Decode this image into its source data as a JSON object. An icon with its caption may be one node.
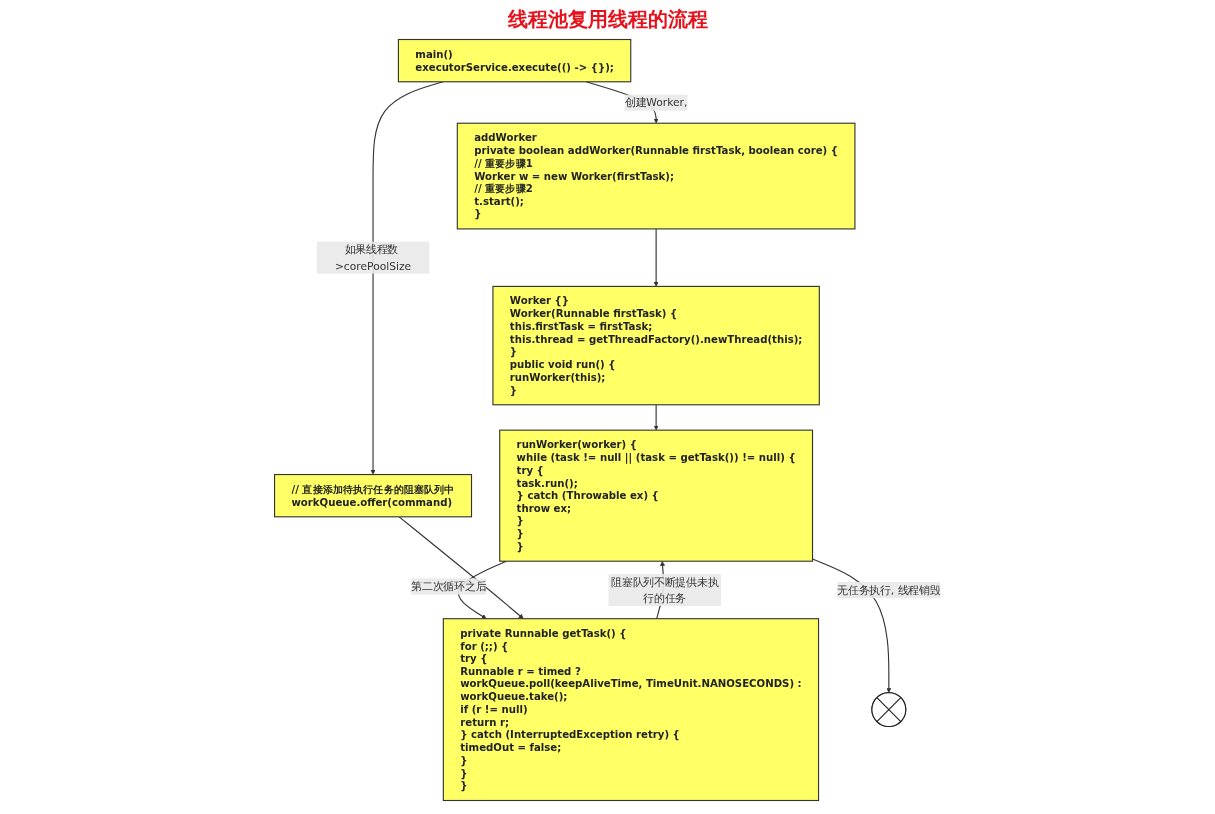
{
  "diagram": {
    "title": "线程池复用线程的流程",
    "nodes": [
      {
        "text": [
          "main()",
          "executorService.execute(() -> {});"
        ]
      },
      {
        "text": [
          "addWorker",
          "private boolean addWorker(Runnable firstTask, boolean core) {",
          "// 重要步骤1",
          "Worker w = new Worker(firstTask);",
          "// 重要步骤2",
          "t.start();",
          "}"
        ]
      },
      {
        "text": [
          "Worker {}",
          "Worker(Runnable firstTask) {",
          "this.firstTask = firstTask;",
          "this.thread = getThreadFactory().newThread(this);",
          "}",
          "public void run() {",
          "runWorker(this);",
          "}"
        ]
      },
      {
        "text": [
          "runWorker(worker) {",
          "while (task != null || (task = getTask()) != null) {",
          "try {",
          "task.run();",
          "} catch (Throwable ex) {",
          "throw ex;",
          "}",
          "}",
          "}"
        ]
      },
      {
        "text": [
          "private Runnable getTask() {",
          "for (;;) {",
          "try {",
          "Runnable r = timed ?",
          "workQueue.poll(keepAliveTime, TimeUnit.NANOSECONDS) :",
          "workQueue.take();",
          "if (r != null)",
          "return r;",
          "} catch (InterruptedException retry) {",
          "timedOut = false;",
          "}",
          "}",
          "}"
        ]
      },
      {
        "text": [
          "// 直接添加待执行任务的阻塞队列中",
          "workQueue.offer(command)"
        ]
      },
      {
        "text": [],
        "shape": "cross"
      }
    ],
    "edges": [
      {
        "from": 0,
        "to": 1,
        "arrow": "to",
        "label": "创建Worker,"
      },
      {
        "from": 0,
        "to": 5,
        "arrow": "to",
        "label": "如果线程数 >corePoolSize"
      },
      {
        "from": 1,
        "to": 2,
        "arrow": "to"
      },
      {
        "from": 2,
        "to": 3,
        "arrow": "to"
      },
      {
        "from": 4,
        "to": 3,
        "arrow": "to",
        "label": "阻塞队列不断提供未执行的任务"
      },
      {
        "from": 3,
        "to": 4,
        "arrow": "to",
        "label": "第二次循环之后"
      },
      {
        "from": 5,
        "to": 4,
        "arrow": "to"
      },
      {
        "from": 3,
        "to": 6,
        "arrow": "to",
        "label": "无任务执行, 线程销毁"
      }
    ]
  }
}
